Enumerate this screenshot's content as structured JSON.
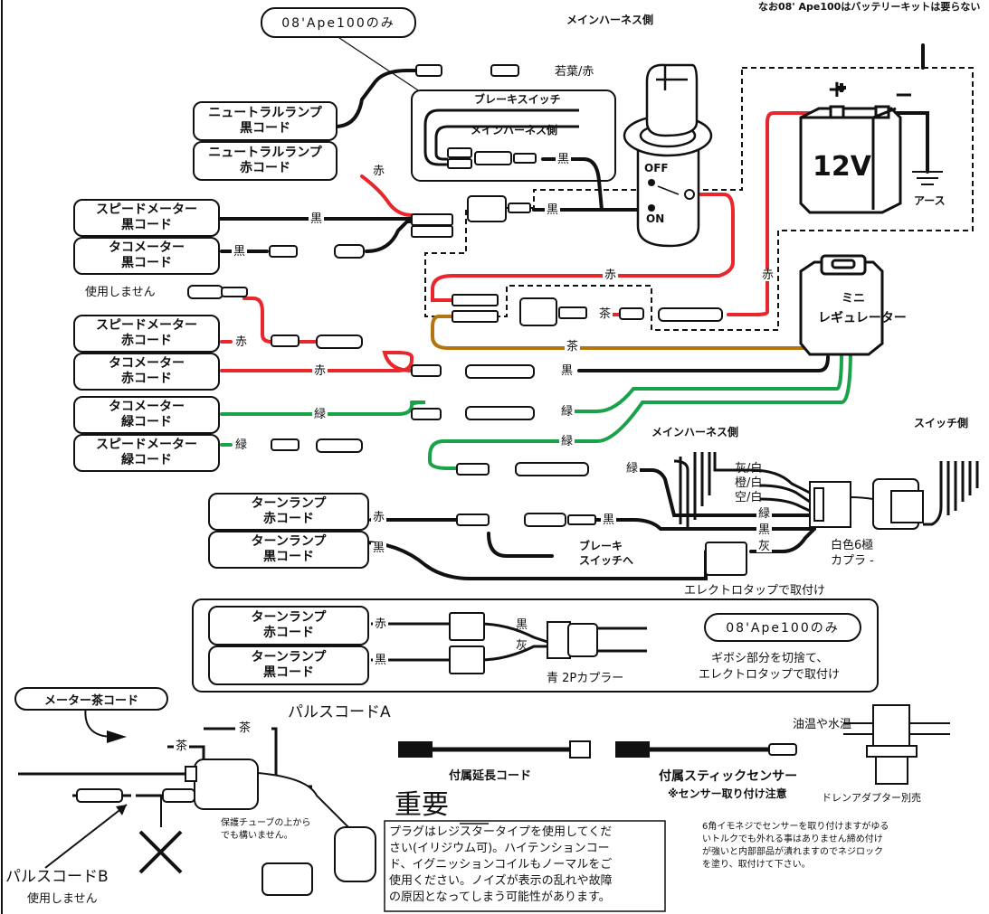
{
  "header": {
    "note_top_right": "なお08' Ape100はバッテリーキットは要らない",
    "only_ape_top": "08'Ape100のみ"
  },
  "components": {
    "main_harness_top": "メインハーネス側",
    "brake_switch": "ブレーキスイッチ",
    "main_harness_inner": "メインハーネス側",
    "ign_off": "OFF",
    "ign_on": "ON",
    "battery_12v": "12V",
    "battery_plus": "+",
    "battery_minus": "−",
    "earth": "アース",
    "regulator_line1": "ミニ",
    "regulator_line2": "レギュレーター",
    "main_harness_right": "メインハーネス側",
    "switch_side": "スイッチ側",
    "coupler_6p_line1": "白色6極",
    "coupler_6p_line2": "カプラ -",
    "brake_line1": "ブレーキ",
    "brake_line2": "スイッチへ",
    "electro_tap": "エレクトロタップで取付け",
    "not_used": "使用しません"
  },
  "left_boxes": [
    {
      "line1": "ニュートラルランプ",
      "line2": "黒コード"
    },
    {
      "line1": "ニュートラルランプ",
      "line2": "赤コード"
    },
    {
      "line1": "スピードメーター",
      "line2": "黒コード"
    },
    {
      "line1": "タコメーター",
      "line2": "黒コード"
    },
    {
      "line1": "スピードメーター",
      "line2": "赤コード"
    },
    {
      "line1": "タコメーター",
      "line2": "赤コード"
    },
    {
      "line1": "タコメーター",
      "line2": "緑コード"
    },
    {
      "line1": "スピードメーター",
      "line2": "緑コード"
    },
    {
      "line1": "ターンランプ",
      "line2": "赤コード"
    },
    {
      "line1": "ターンランプ",
      "line2": "黒コード"
    }
  ],
  "wire_labels": {
    "lime_red": "若葉/赤",
    "black": "黒",
    "red": "赤",
    "brown": "茶",
    "green": "緑",
    "gray_white": "灰/白",
    "orange_white": "橙/白",
    "sky_white": "空/白",
    "gray": "灰"
  },
  "colors": {
    "red": "#e8262b",
    "green": "#1aa24a",
    "brown": "#b5750e",
    "black": "#111111"
  },
  "ape_box": {
    "turn_red_line1": "ターンランプ",
    "turn_red_line2": "赤コード",
    "turn_black_line1": "ターンランプ",
    "turn_black_line2": "黒コード",
    "coupler_2p": "青 2Pカプラー",
    "only_ape": "08'Ape100のみ",
    "note_line1": "ギボシ部分を切捨て、",
    "note_line2": "エレクトロタップで取付け"
  },
  "bottom": {
    "meter_brown": "メーター茶コード",
    "pulse_a": "パルスコードA",
    "pulse_b": "パルスコードB",
    "pulse_b_unused": "使用しません",
    "protect_line1": "保護チューブの上から",
    "protect_line2": "でも構いません。",
    "extension_cord": "付属延長コード",
    "stick_sensor": "付属スティックセンサー",
    "sensor_note": "※センサー取り付け注意",
    "oil_water_temp": "油温や水温",
    "drain_adapter": "ドレンアダプター別売",
    "important_title": "重要",
    "important_text_1": "プラグはレジスタータイプを使用してくだ",
    "important_text_2": "さい(イリジウム可)。ハイテンションコー",
    "important_text_3": "ド、イグニッションコイルもノーマルをご",
    "important_text_4": "使用ください。ノイズが表示の乱れや故障",
    "important_text_5": "の原因となってしまう可能性があります。",
    "sensor_caution_1": "6角イモネジでセンサーを取り付けますがゆる",
    "sensor_caution_2": "いトルクでも外れる事はありません締め付け",
    "sensor_caution_3": "が強いと内部部品が潰れますのでネジロック",
    "sensor_caution_4": "を塗り、取付けて下さい。"
  }
}
